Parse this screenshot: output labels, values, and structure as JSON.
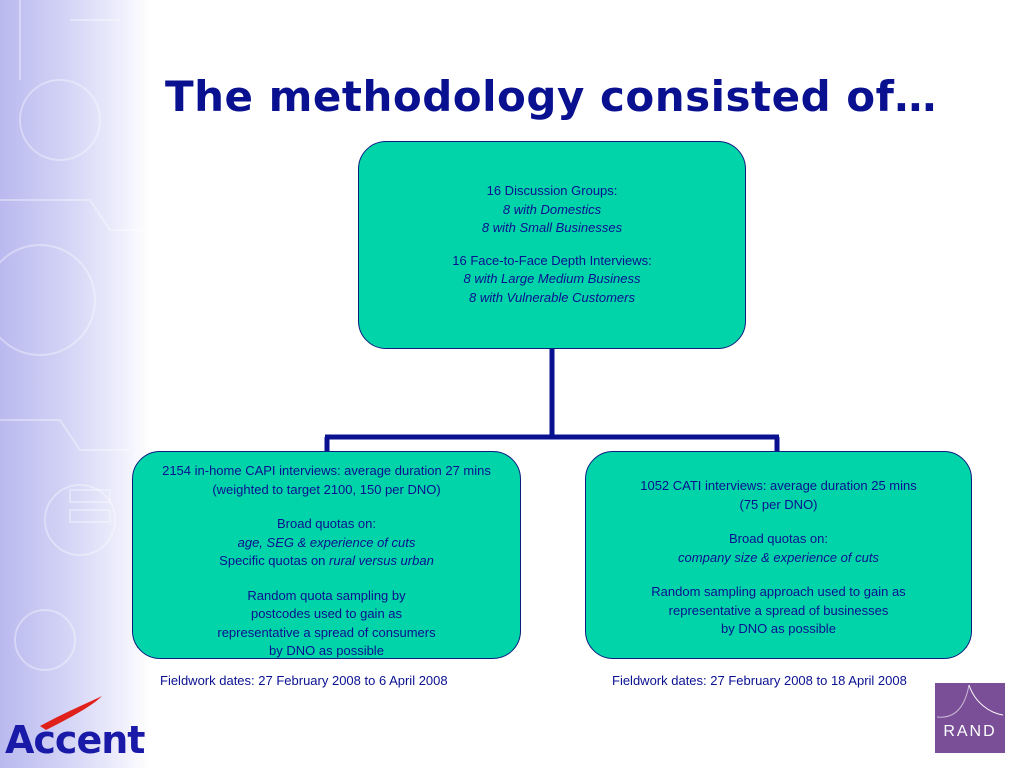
{
  "title": "The methodology consisted of…",
  "top_box": {
    "para1": [
      "16 Discussion Groups:",
      "8 with Domestics",
      "8 with Small Businesses"
    ],
    "para2": [
      "16 Face-to-Face Depth Interviews:",
      "8 with Large Medium Business",
      "8 with Vulnerable Customers"
    ]
  },
  "left_box": {
    "para1": [
      "2154 in-home CAPI interviews: average duration 27 mins",
      "(weighted to target 2100, 150 per DNO)"
    ],
    "para2_head": "Broad quotas on:",
    "para2_italic": "age, SEG & experience of cuts",
    "para2_specific_prefix": "Specific quotas on ",
    "para2_specific_italic": "rural versus urban",
    "para3": [
      "Random quota sampling by",
      "postcodes used to gain as",
      "representative a spread of consumers",
      "by DNO as possible"
    ]
  },
  "right_box": {
    "para1": [
      "1052 CATI interviews: average duration 25 mins",
      "(75 per DNO)"
    ],
    "para2_head": "Broad quotas on:",
    "para2_italic": "company size & experience of cuts",
    "para3": [
      "Random sampling approach used to gain as",
      "representative a spread of businesses",
      "by DNO as possible"
    ]
  },
  "fieldwork_left": "Fieldwork dates: 27 February 2008 to 6 April 2008",
  "fieldwork_right": "Fieldwork dates: 27 February 2008 to 18 April 2008",
  "logos": {
    "accent": "Accent",
    "rand": "RAND"
  },
  "colors": {
    "title": "#0a1190",
    "box_fill": "#00d4a8",
    "box_border": "#0b1f80",
    "connector": "#0a1190",
    "rand_bg": "#7a4f98"
  }
}
